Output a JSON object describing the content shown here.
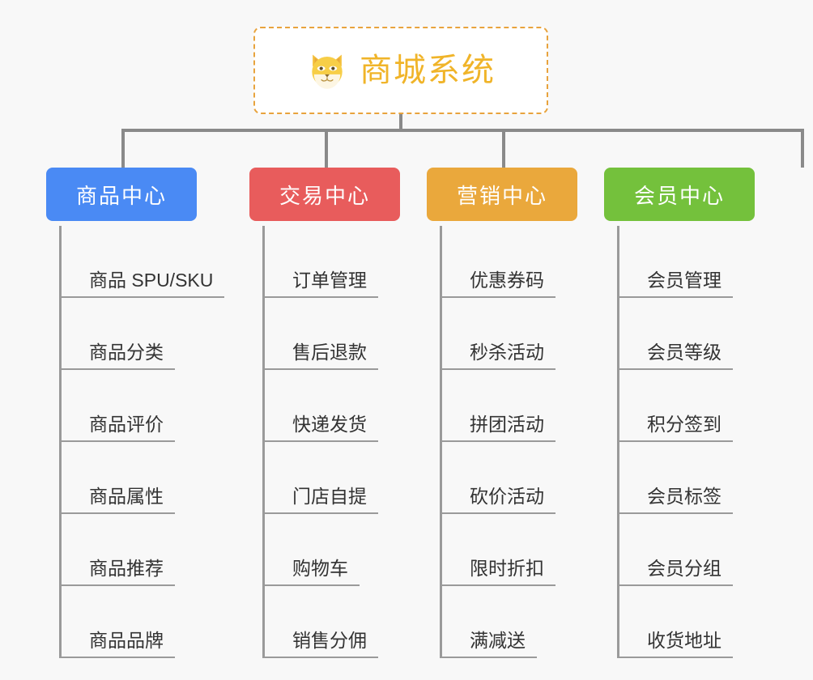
{
  "page": {
    "background_color": "#f8f8f8",
    "type": "mindmap"
  },
  "root": {
    "title": "商城系统",
    "icon": "shiba-dog-face-icon",
    "text_color": "#f0b429",
    "border_color": "#e8a33d",
    "background_color": "#ffffff"
  },
  "connector_color": "#8a8a8a",
  "branches": [
    {
      "label": "商品中心",
      "color": "#4a8af4",
      "items": [
        "商品 SPU/SKU",
        "商品分类",
        "商品评价",
        "商品属性",
        "商品推荐",
        "商品品牌"
      ]
    },
    {
      "label": "交易中心",
      "color": "#e85c5c",
      "items": [
        "订单管理",
        "售后退款",
        "快递发货",
        "门店自提",
        "购物车",
        "销售分佣"
      ]
    },
    {
      "label": "营销中心",
      "color": "#eaa83c",
      "items": [
        "优惠券码",
        "秒杀活动",
        "拼团活动",
        "砍价活动",
        "限时折扣",
        "满减送"
      ]
    },
    {
      "label": "会员中心",
      "color": "#74c13c",
      "items": [
        "会员管理",
        "会员等级",
        "积分签到",
        "会员标签",
        "会员分组",
        "收货地址"
      ]
    }
  ]
}
